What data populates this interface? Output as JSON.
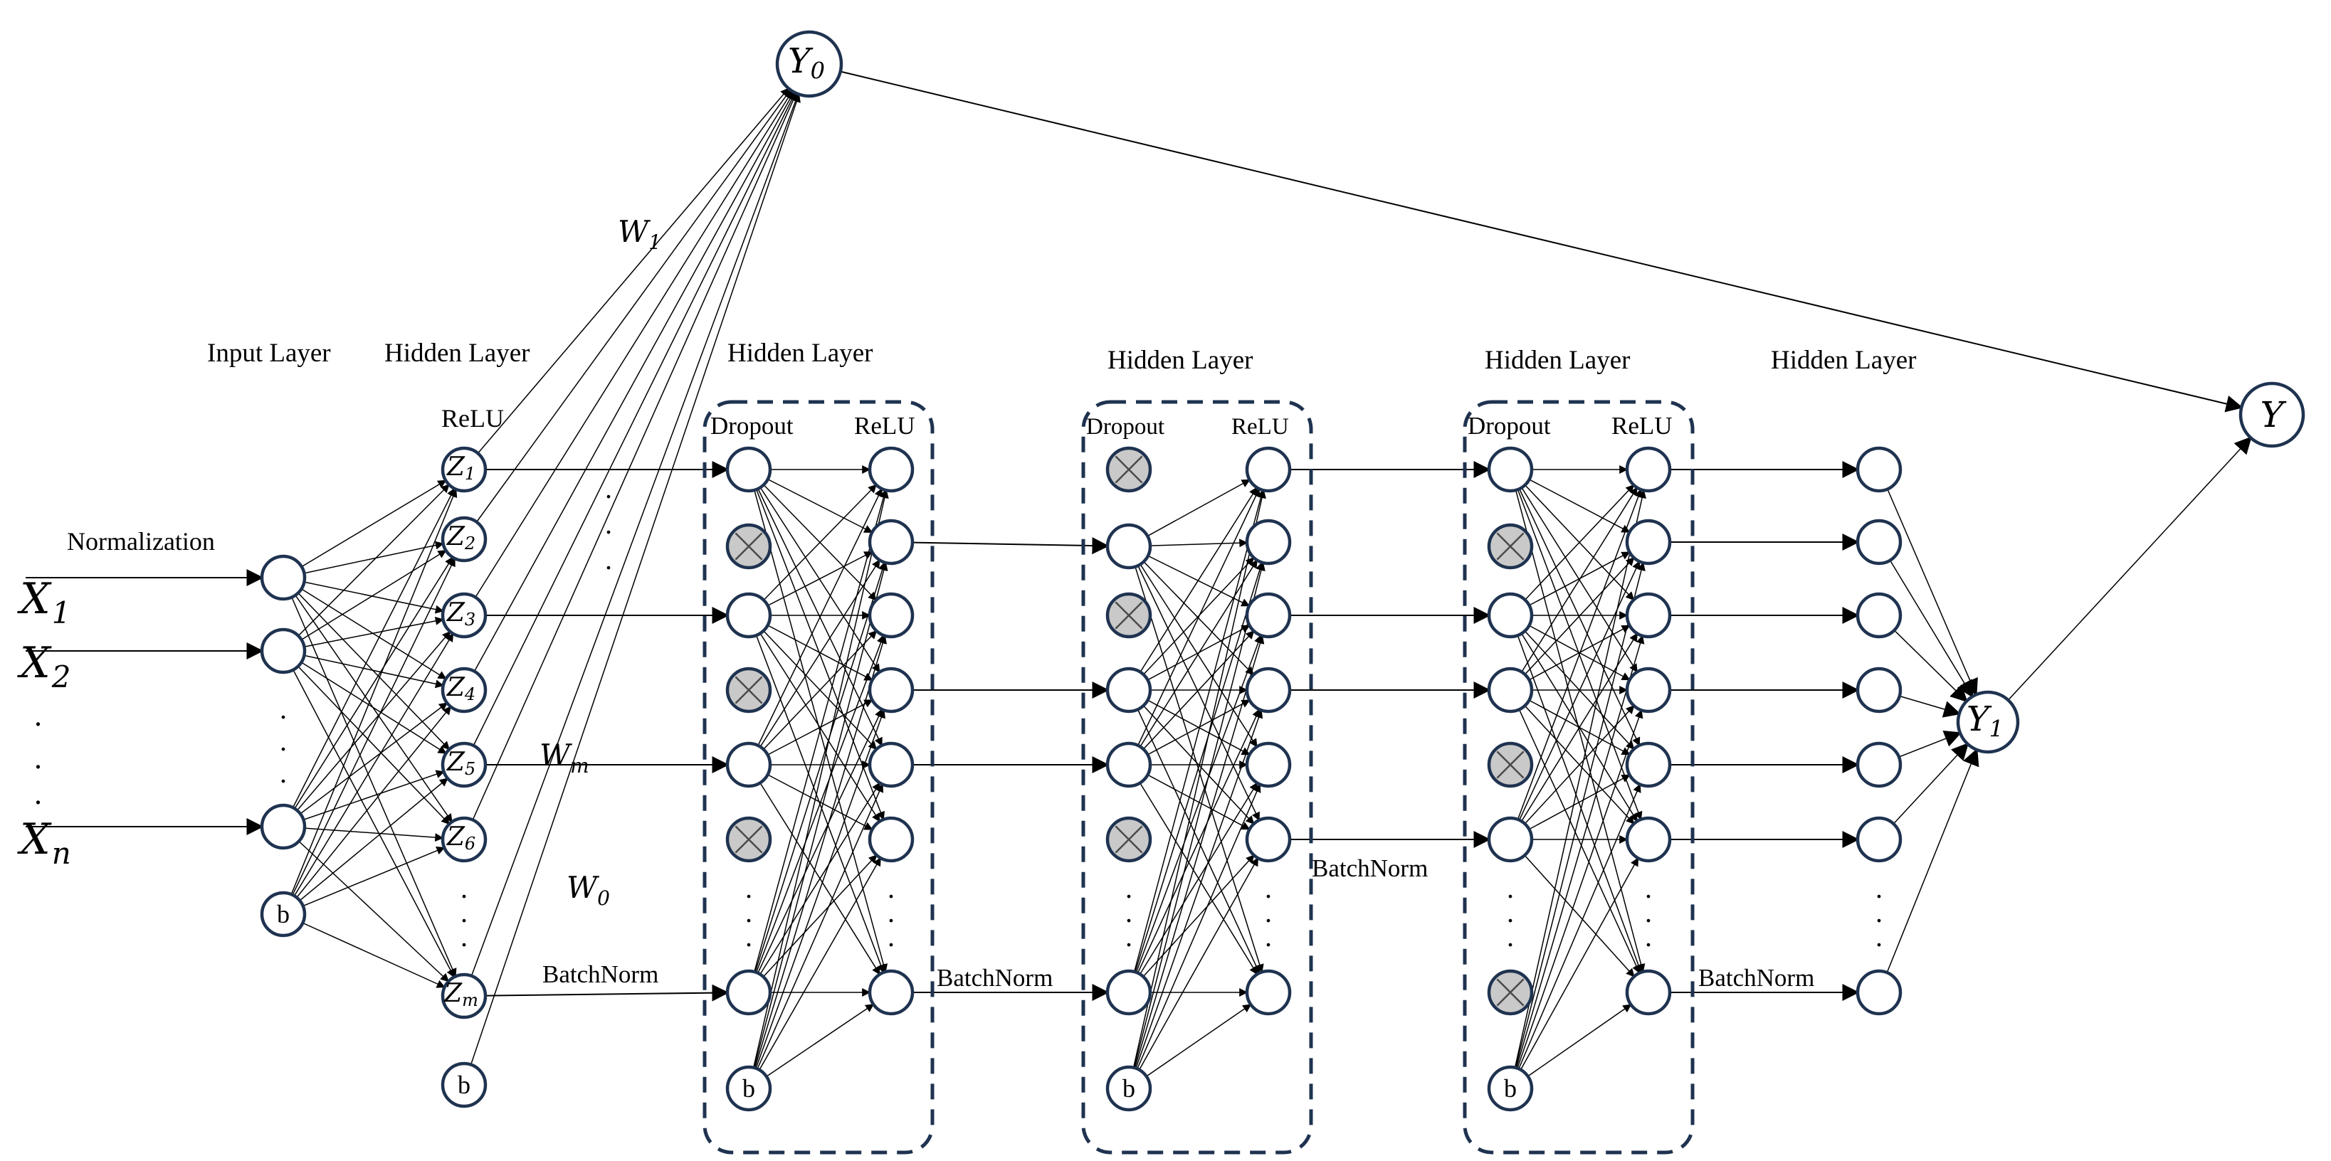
{
  "labels": {
    "input_layer": "Input Layer",
    "hidden_layer": "Hidden Layer",
    "normalization": "Normalization",
    "relu": "ReLU",
    "dropout": "Dropout",
    "batchnorm": "BatchNorm",
    "bias": "b"
  },
  "inputs": {
    "x1": {
      "base": "X",
      "sub": "1"
    },
    "x2": {
      "base": "X",
      "sub": "2"
    },
    "xn": {
      "base": "X",
      "sub": "n"
    }
  },
  "hidden_z": [
    {
      "base": "Z",
      "sub": "1"
    },
    {
      "base": "Z",
      "sub": "2"
    },
    {
      "base": "Z",
      "sub": "3"
    },
    {
      "base": "Z",
      "sub": "4"
    },
    {
      "base": "Z",
      "sub": "5"
    },
    {
      "base": "Z",
      "sub": "6"
    },
    {
      "base": "Z",
      "sub": "m"
    }
  ],
  "weights": {
    "w1": {
      "base": "W",
      "sub": "1"
    },
    "wm": {
      "base": "W",
      "sub": "m"
    },
    "w0": {
      "base": "W",
      "sub": "0"
    }
  },
  "outputs": {
    "y0": {
      "base": "Y",
      "sub": "0"
    },
    "y1": {
      "base": "Y",
      "sub": "1"
    },
    "y": {
      "base": "Y",
      "sub": ""
    }
  },
  "ellipsis": "."
}
